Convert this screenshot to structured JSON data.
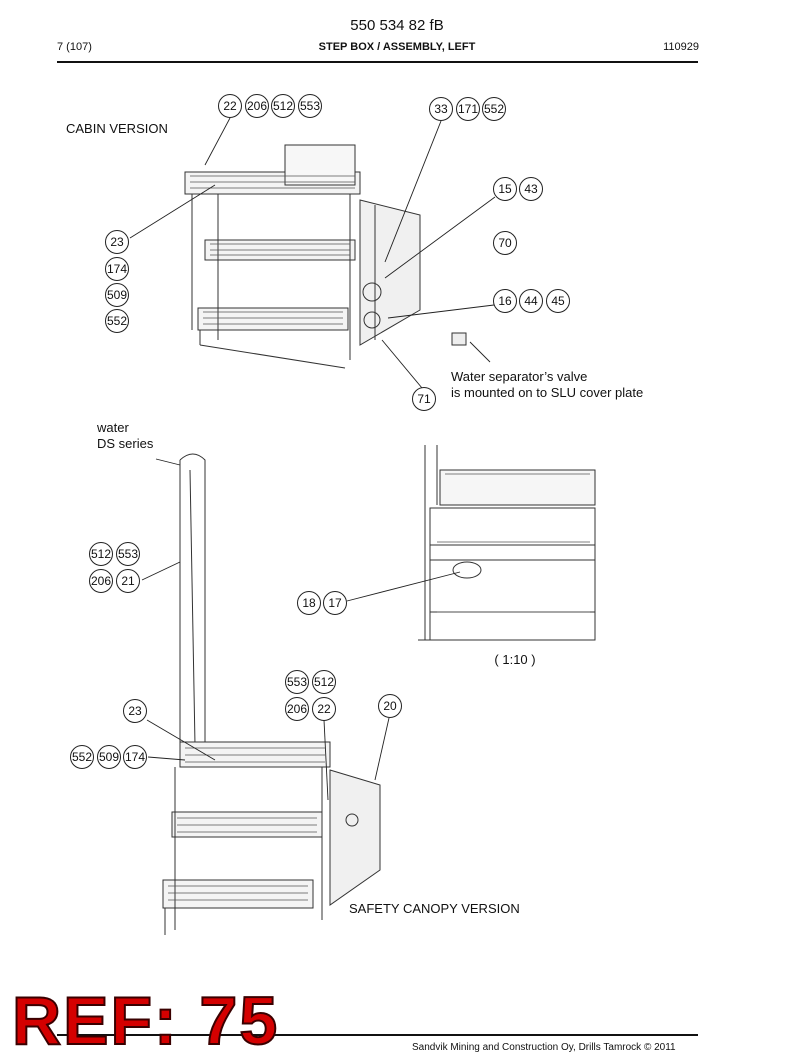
{
  "header": {
    "doc_number": "550 534 82 fB",
    "page": "7 (107)",
    "title": "STEP BOX / ASSEMBLY, LEFT",
    "date": "110929"
  },
  "labels": {
    "cabin_version": "CABIN VERSION",
    "water_line1": "water",
    "water_line2": "DS series",
    "valve_line1": "Water separator’s valve",
    "valve_line2": "is mounted on to SLU cover plate",
    "scale": "( 1:10 )",
    "canopy_version": "SAFETY CANOPY VERSION"
  },
  "callouts": {
    "c22": "22",
    "c206": "206",
    "c512": "512",
    "c553": "553",
    "c33": "33",
    "c171": "171",
    "c552": "552",
    "c15": "15",
    "c43": "43",
    "c70": "70",
    "c16": "16",
    "c44": "44",
    "c45": "45",
    "c23": "23",
    "c174": "174",
    "c509": "509",
    "c552b": "552",
    "c71": "71",
    "c512b": "512",
    "c553b": "553",
    "c206b": "206",
    "c21": "21",
    "c18": "18",
    "c17": "17",
    "c553c": "553",
    "c512c": "512",
    "c206c": "206",
    "c22b": "22",
    "c20": "20",
    "c23b": "23",
    "c552c": "552",
    "c509b": "509",
    "c174b": "174"
  },
  "footer": {
    "ref_stamp": "REF: 75",
    "copyright": "Sandvik Mining and Construction Oy, Drills Tamrock © 2011"
  }
}
